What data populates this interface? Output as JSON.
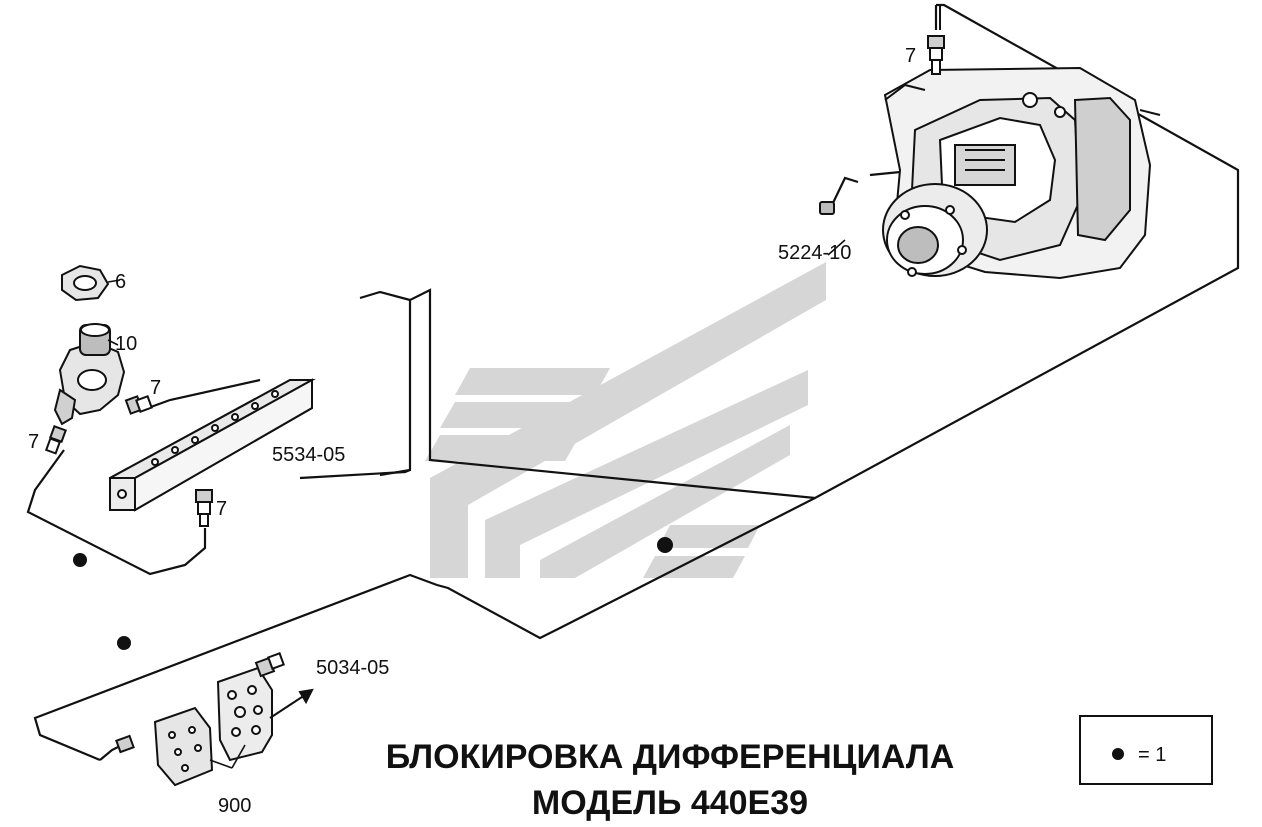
{
  "diagram": {
    "title_line1": "БЛОКИРОВКА ДИФФЕРЕНЦИАЛА",
    "title_line2": "МОДЕЛЬ 440E39",
    "labels": {
      "part_7_top": "7",
      "part_5224_10": "5224-10",
      "part_6": "6",
      "part_10": "10",
      "part_7_valve": "7",
      "part_7_left": "7",
      "part_5534_05": "5534-05",
      "part_7_manifold": "7",
      "part_5034_05": "5034-05",
      "part_900": "900"
    },
    "legend": {
      "value": "= 1"
    }
  },
  "colors": {
    "line": "#111111",
    "watermark": "#cfcfcf",
    "fill_light": "#e6e6e6",
    "fill_mid": "#bdbdbd"
  }
}
